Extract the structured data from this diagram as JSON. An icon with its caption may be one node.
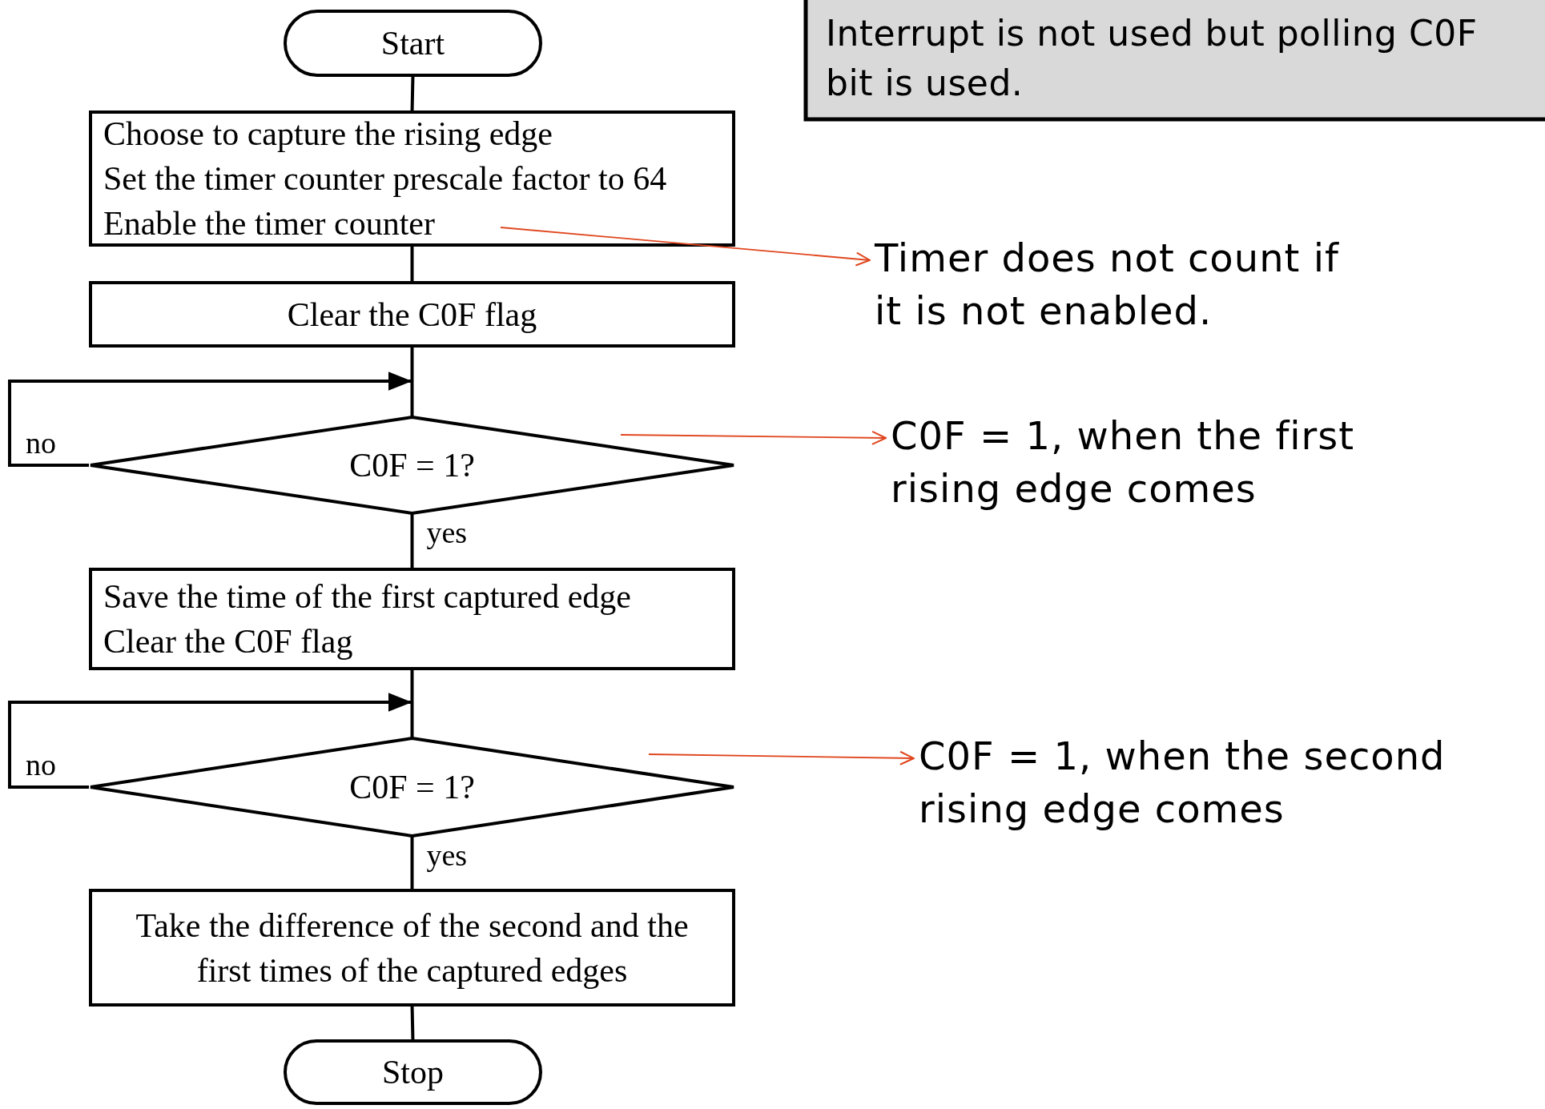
{
  "diagram": {
    "nodes": [
      {
        "text": [
          "Start"
        ]
      },
      {
        "text": [
          "Choose to capture the rising edge",
          "Set the timer counter prescale factor to 64",
          "Enable the timer counter"
        ]
      },
      {
        "text": [
          "Clear the C0F flag"
        ]
      },
      {
        "text": [
          "C0F = 1?"
        ]
      },
      {
        "text": [
          "Save the time of the first captured edge",
          "Clear the C0F flag"
        ]
      },
      {
        "text": [
          "C0F = 1?"
        ]
      },
      {
        "text": [
          "Take the difference of the second and the first times of the captured edges"
        ]
      },
      {
        "text": [
          "Stop"
        ]
      },
      {
        "text": [
          "Interrupt is not used but polling C0F bit is used."
        ]
      },
      {
        "text": [
          "Timer does not count if it is not enabled."
        ]
      },
      {
        "text": [
          "C0F = 1, when the first rising edge comes"
        ]
      },
      {
        "text": [
          "C0F = 1, when the second rising edge comes"
        ]
      }
    ],
    "edges": [
      {
        "from": 0,
        "to": 1,
        "arrow": "none"
      },
      {
        "from": 1,
        "to": 2,
        "arrow": "none"
      },
      {
        "from": 2,
        "to": 3,
        "arrow": "none"
      },
      {
        "from": 3,
        "to": 3,
        "arrow": "to",
        "label": "no"
      },
      {
        "from": 3,
        "to": 4,
        "arrow": "none",
        "label": "yes"
      },
      {
        "from": 4,
        "to": 5,
        "arrow": "none"
      },
      {
        "from": 5,
        "to": 5,
        "arrow": "to",
        "label": "no"
      },
      {
        "from": 5,
        "to": 6,
        "arrow": "none",
        "label": "yes"
      },
      {
        "from": 6,
        "to": 7,
        "arrow": "none"
      },
      {
        "from": 1,
        "to": 9,
        "arrow": "to",
        "color": "#e0461e"
      },
      {
        "from": 3,
        "to": 10,
        "arrow": "to",
        "color": "#e0461e"
      },
      {
        "from": 5,
        "to": 11,
        "arrow": "to",
        "color": "#e0461e"
      }
    ]
  }
}
